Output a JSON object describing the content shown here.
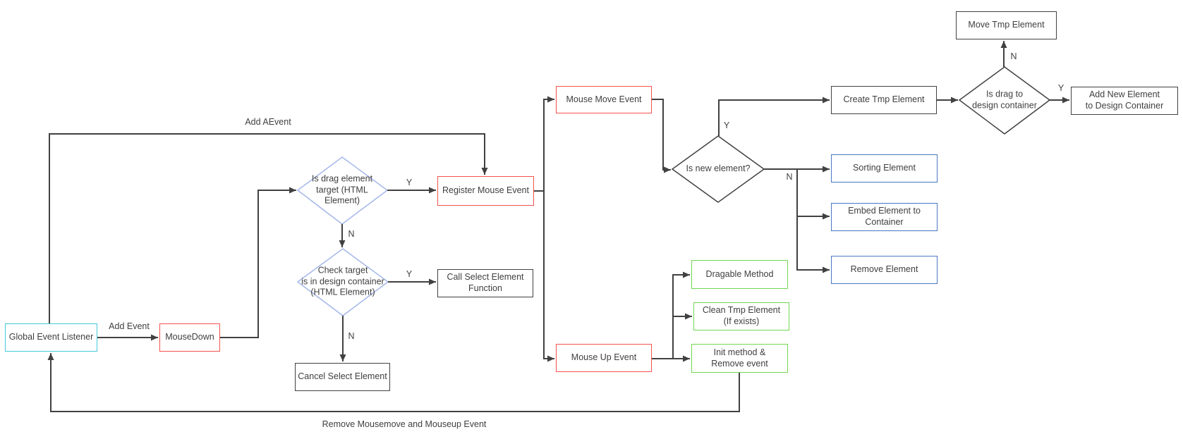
{
  "diagram_type": "flowchart",
  "nodes": {
    "global_event_listener": {
      "label": "Global Event Listener"
    },
    "mousedown": {
      "label": "MouseDown"
    },
    "is_drag_element_target": {
      "label": "Is drag element\ntarget (HTML\nElement)"
    },
    "check_target_in_design_container": {
      "label": "Check target\nis in design container\n(HTML Element)"
    },
    "register_mouse_event": {
      "label": "Register Mouse Event"
    },
    "call_select_element_function": {
      "label": "Call Select Element\nFunction"
    },
    "cancel_select_element": {
      "label": "Cancel Select Element"
    },
    "mouse_move_event": {
      "label": "Mouse Move Event"
    },
    "mouse_up_event": {
      "label": "Mouse Up Event"
    },
    "is_new_element": {
      "label": "Is new element?"
    },
    "create_tmp_element": {
      "label": "Create Tmp Element"
    },
    "is_drag_to_design_container": {
      "label": "Is drag to\ndesign container"
    },
    "move_tmp_element": {
      "label": "Move Tmp Element"
    },
    "add_new_element_to_design_container": {
      "label": "Add New Element\nto Design Container"
    },
    "sorting_element": {
      "label": "Sorting Element"
    },
    "embed_element_to_container": {
      "label": "Embed Element to\nContainer"
    },
    "remove_element": {
      "label": "Remove Element"
    },
    "dragable_method": {
      "label": "Dragable Method"
    },
    "clean_tmp_element": {
      "label": "Clean Tmp Element\n(If exists)"
    },
    "init_method_remove_event": {
      "label": "Init method &\nRemove event"
    }
  },
  "edge_labels": {
    "add_aevent": "Add AEvent",
    "add_event": "Add Event",
    "remove_mousemove_mouseup": "Remove Mousemove and Mouseup Event",
    "yes_drag_target": "Y",
    "no_drag_target": "N",
    "yes_in_container": "Y",
    "no_in_container": "N",
    "yes_new_element": "Y",
    "no_new_element": "N",
    "no_drag_to_container": "N",
    "yes_drag_to_container": "Y"
  },
  "colors": {
    "line": "#414141",
    "text": "#3f3f3f",
    "cyan_border": "#45c8d8",
    "red_border": "#f4534d",
    "light_blue_border": "#a4b7e9",
    "dark_border": "#414141",
    "blue_border": "#4878c4",
    "green_border": "#70d751",
    "background": "#ffffff"
  }
}
